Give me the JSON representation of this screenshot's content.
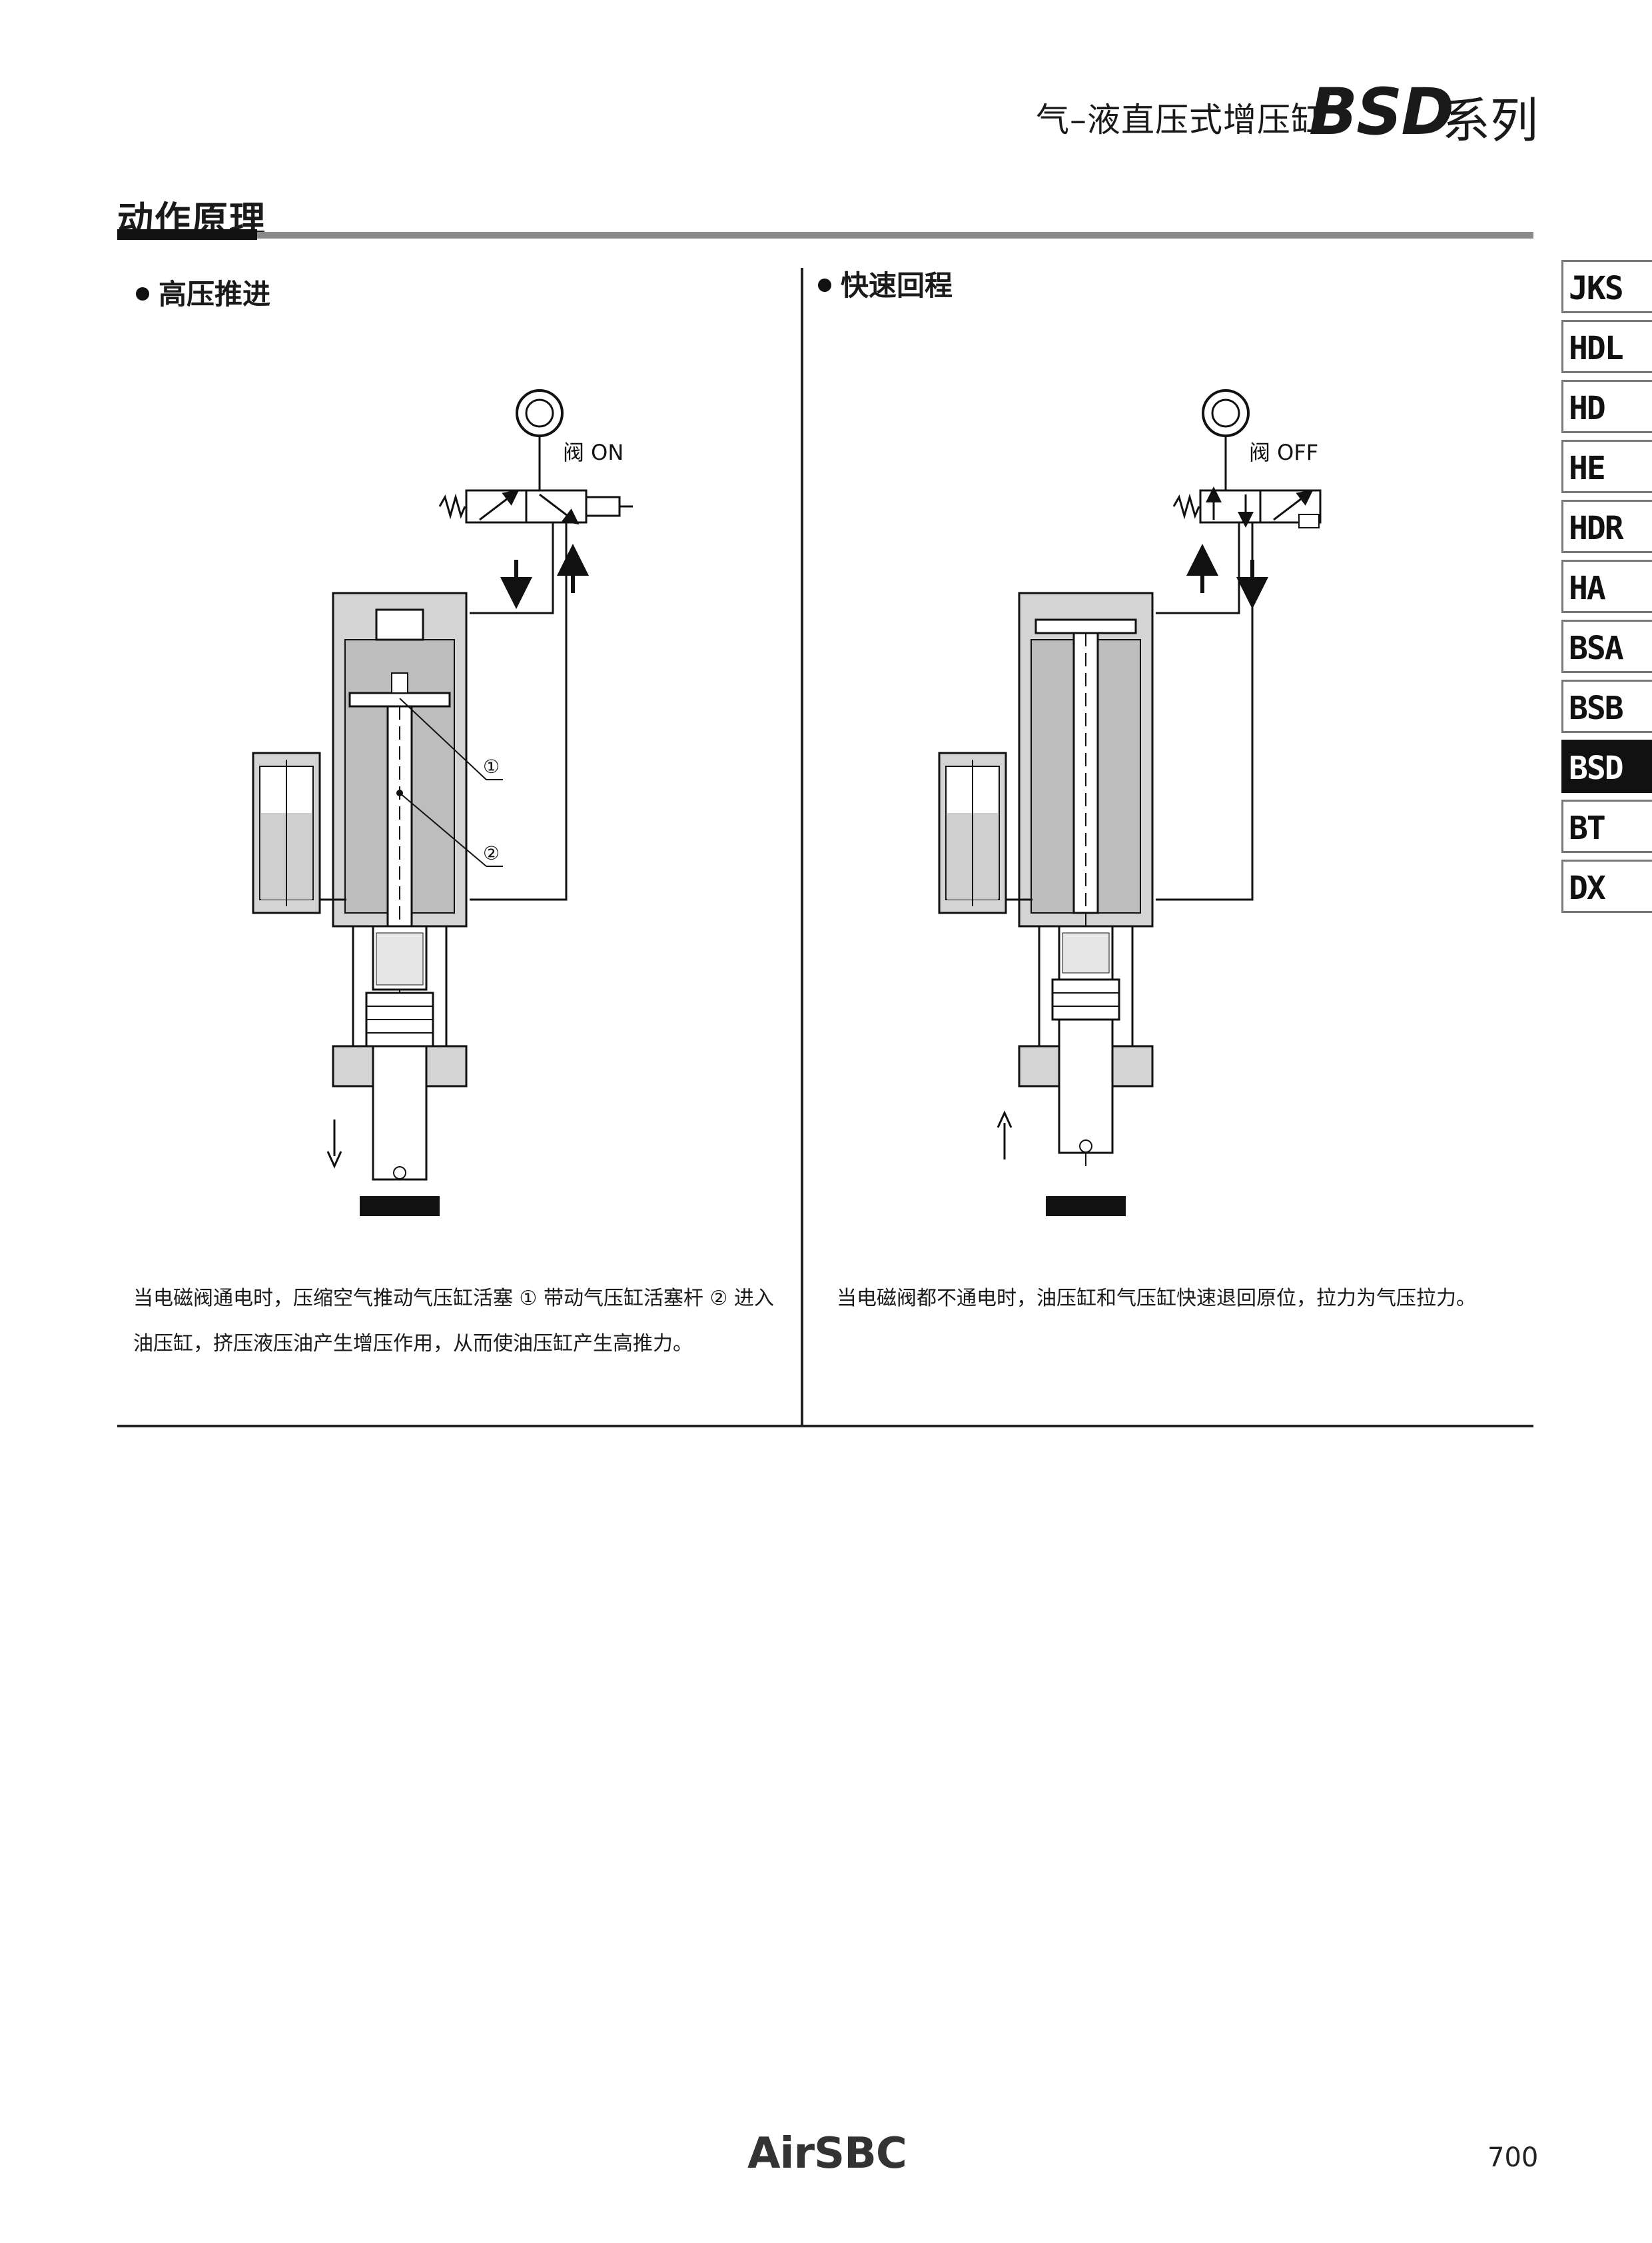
{
  "header": {
    "subtitle": "气–液直压式增压缸",
    "series_code": "BSD",
    "series_suffix": "系列"
  },
  "section": {
    "title": "动作原理"
  },
  "panels": [
    {
      "heading": "高压推进",
      "valve_label": "阀 ON",
      "callouts": [
        "①",
        "②"
      ],
      "description": "当电磁阀通电时，压缩空气推动气压缸活塞 ① 带动气压缸活塞杆 ② 进入油压缸，挤压液压油产生增压作用，从而使油压缸产生高推力。",
      "direction": "down"
    },
    {
      "heading": "快速回程",
      "valve_label": "阀 OFF",
      "description": "当电磁阀都不通电时，油压缸和气压缸快速退回原位，拉力为气压拉力。",
      "direction": "up"
    }
  ],
  "side_tabs": {
    "items": [
      "JKS",
      "HDL",
      "HD",
      "HE",
      "HDR",
      "HA",
      "BSA",
      "BSB",
      "BSD",
      "BT",
      "DX"
    ],
    "active": "BSD"
  },
  "footer": {
    "logo": "AirSBC",
    "page_number": "700"
  },
  "colors": {
    "cylinder_fill": "#bdbdbd",
    "body_fill": "#d4d4d4",
    "ink": "#1a1a1a",
    "active_tab": "#111111"
  }
}
